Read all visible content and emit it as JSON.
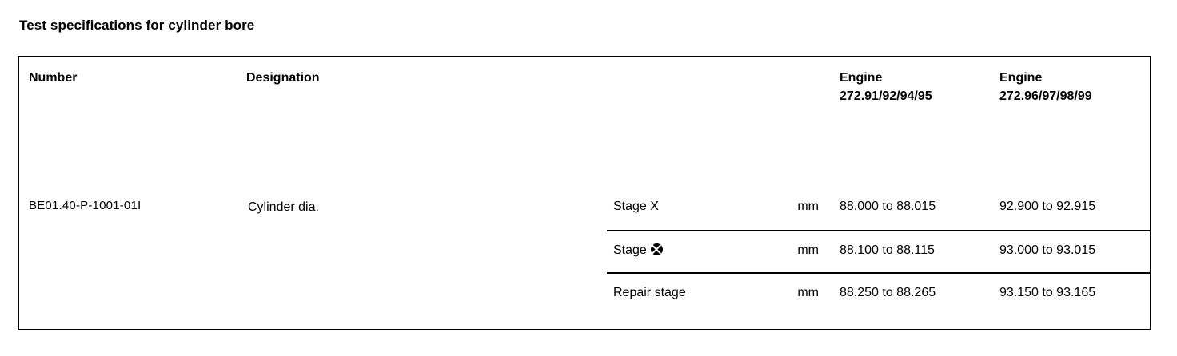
{
  "document": {
    "title": "Test specifications for cylinder bore"
  },
  "table": {
    "headers": {
      "number": "Number",
      "designation": "Designation",
      "engine_1_line1": "Engine",
      "engine_1_line2": "272.91/92/94/95",
      "engine_2_line1": "Engine",
      "engine_2_line2": "272.96/97/98/99"
    },
    "row": {
      "number": "BE01.40-P-1001-01I",
      "designation": "Cylinder dia.",
      "stages": [
        {
          "name": "Stage X",
          "symbol": "",
          "unit": "mm",
          "engine_1": "88.000 to 88.015",
          "engine_2": "92.900 to 92.915"
        },
        {
          "name": "Stage",
          "symbol": "circled-x-icon",
          "unit": "mm",
          "engine_1": "88.100 to 88.115",
          "engine_2": "93.000 to 93.015"
        },
        {
          "name": "Repair stage",
          "symbol": "",
          "unit": "mm",
          "engine_1": "88.250 to 88.265",
          "engine_2": "93.150 to 93.165"
        }
      ]
    }
  },
  "colors": {
    "background": "#ffffff",
    "text": "#000000",
    "border": "#000000"
  }
}
